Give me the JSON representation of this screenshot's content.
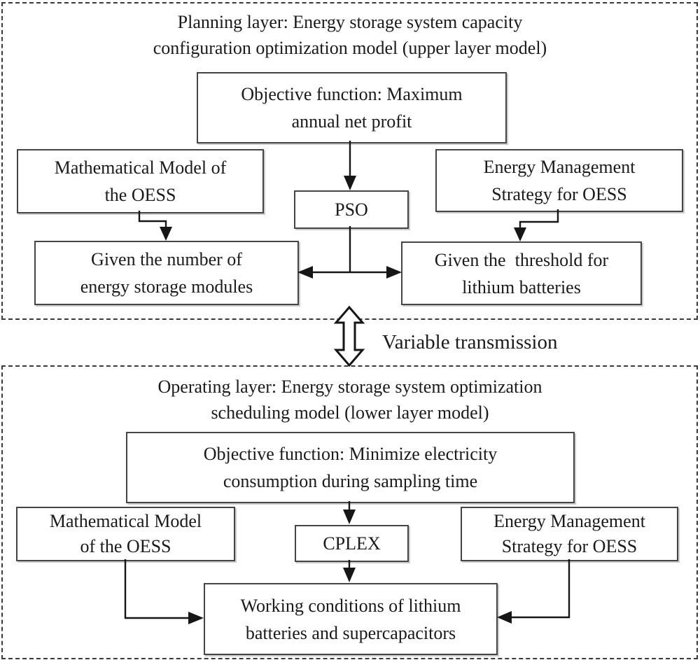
{
  "diagram": {
    "upper_layer": {
      "title": {
        "lines": [
          "Planning layer: Energy storage system capacity",
          "configuration optimization model (upper layer model)"
        ]
      },
      "objective_box": {
        "lines": [
          "Objective function: Maximum",
          "annual net profit"
        ]
      },
      "math_model_box": {
        "lines": [
          "Mathematical Model of",
          "the OESS"
        ]
      },
      "energy_mgmt_box": {
        "lines": [
          "Energy Management",
          "Strategy for OESS"
        ]
      },
      "pso_box": {
        "label": "PSO"
      },
      "given_number_box": {
        "lines": [
          "Given the number of",
          "energy storage modules"
        ]
      },
      "given_threshold_box": {
        "lines": [
          "Given the  threshold for",
          "lithium batteries"
        ]
      }
    },
    "transmission": {
      "label": "Variable transmission"
    },
    "lower_layer": {
      "title": {
        "lines": [
          "Operating layer: Energy storage system optimization",
          "scheduling model (lower layer model)"
        ]
      },
      "objective_box": {
        "lines": [
          "Objective function: Minimize electricity",
          "consumption during sampling time"
        ]
      },
      "math_model_box": {
        "lines": [
          "Mathematical Model",
          "of the OESS"
        ]
      },
      "cplex_box": {
        "label": "CPLEX"
      },
      "energy_mgmt_box": {
        "lines": [
          "Energy Management",
          "Strategy for OESS"
        ]
      },
      "working_box": {
        "lines": [
          "Working conditions of lithium",
          "batteries and supercapacitors"
        ]
      }
    },
    "colors": {
      "background": "#ffffff",
      "text": "#1a1a1a",
      "box_border": "#454545",
      "dashed_border": "#3a3a3a",
      "arrow": "#161616"
    }
  }
}
